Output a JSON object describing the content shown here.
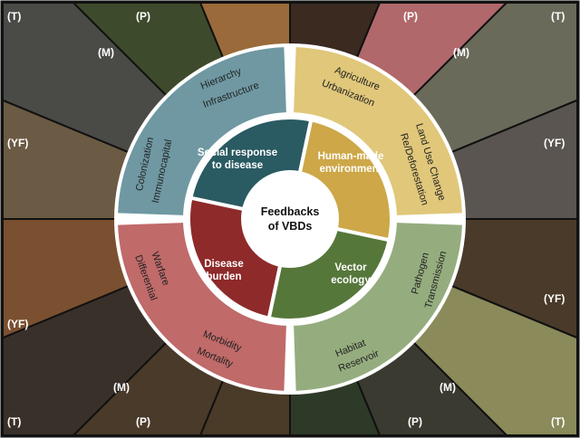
{
  "center": {
    "line1": "Feedbacks",
    "line2": "of VBDs"
  },
  "colors": {
    "social": "#2a5a62",
    "human_made": "#cda748",
    "vector": "#56773a",
    "disease": "#8e2a2a",
    "ring_social": "#6f98a2",
    "ring_human": "#e0c77a",
    "ring_vector": "#95ad7e",
    "ring_disease": "#c06a6a"
  },
  "inner": [
    {
      "line1": "Social response",
      "line2": "to disease"
    },
    {
      "line1": "Human-made",
      "line2": "environment"
    },
    {
      "line1": "Vector",
      "line2": "ecology"
    },
    {
      "line1": "Disease",
      "line2": "burden"
    }
  ],
  "ring": {
    "hierarchy": "Hierarchy",
    "infrastructure": "Infrastructure",
    "colonization": "Colonization",
    "immunocapital": "Immunocapital",
    "agriculture": "Agriculture",
    "urbanization": "Urbanization",
    "land_use": "Land Use Change",
    "deforestation": "Re/Deforestation",
    "pathogen": "Pathogen",
    "transmission": "Transmission",
    "habitat": "Habitat",
    "reservoir": "Reservoir",
    "warfare": "Warfare",
    "differential": "Differential",
    "morbidity": "Morbidity",
    "mortality": "Mortality"
  },
  "corner_labels": [
    "(T)",
    "(P)",
    "(M)",
    "(YF)",
    "(YF)",
    "(M)",
    "(T)",
    "(P)",
    "(P)",
    "(T)",
    "(M)",
    "(YF)",
    "(YF)",
    "(M)",
    "(P)",
    "(T)"
  ]
}
